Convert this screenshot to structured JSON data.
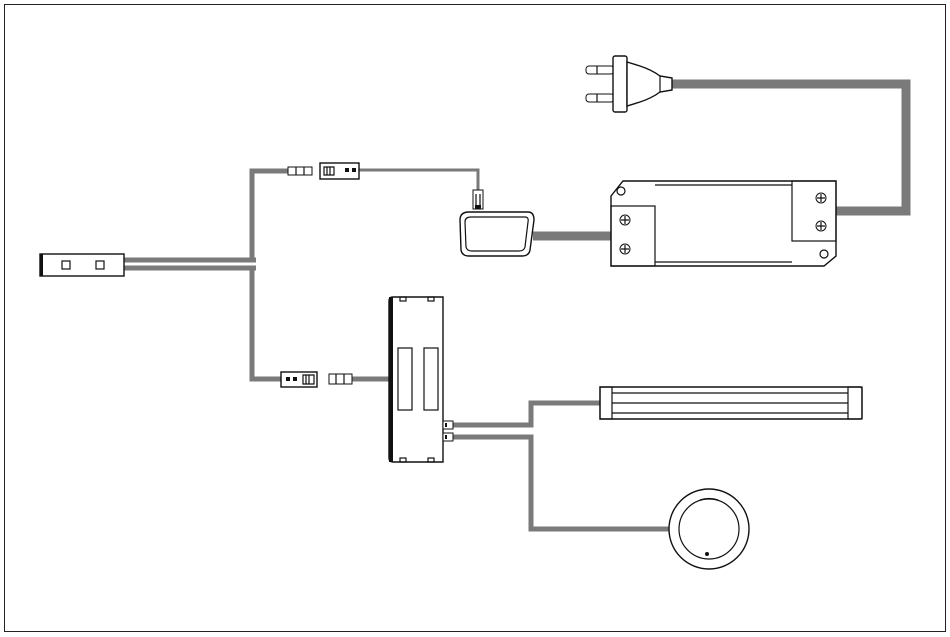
{
  "diagram": {
    "type": "wiring-diagram",
    "components": [
      {
        "id": "mains-plug",
        "icon": "mains-plug-icon"
      },
      {
        "id": "led-driver",
        "icon": "power-supply-icon"
      },
      {
        "id": "remote-receiver",
        "icon": "receiver-icon"
      },
      {
        "id": "switch-sensor",
        "icon": "switch-icon"
      },
      {
        "id": "distributor",
        "icon": "junction-box-icon"
      },
      {
        "id": "led-bar-light",
        "icon": "linear-light-icon"
      },
      {
        "id": "round-spot-light",
        "icon": "round-light-icon"
      }
    ],
    "connections": [
      [
        "mains-plug",
        "led-driver"
      ],
      [
        "led-driver",
        "remote-receiver"
      ],
      [
        "switch-sensor",
        "remote-receiver"
      ],
      [
        "switch-sensor",
        "distributor"
      ],
      [
        "distributor",
        "led-bar-light"
      ],
      [
        "distributor",
        "round-spot-light"
      ]
    ],
    "colors": {
      "cable": "#7a7a7a",
      "outline": "#111111",
      "background": "#ffffff"
    }
  }
}
